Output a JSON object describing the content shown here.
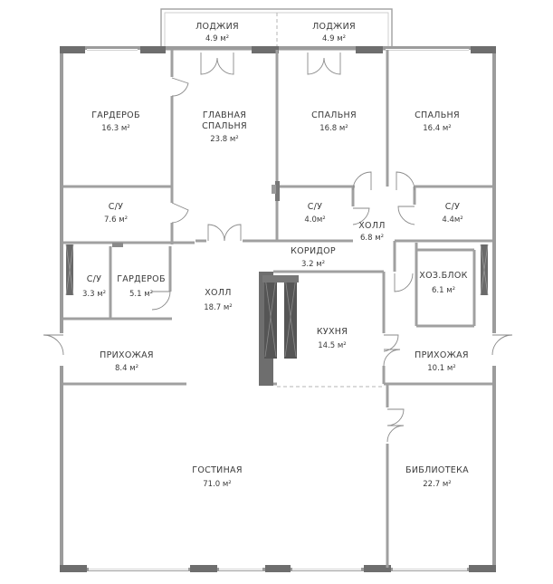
{
  "rooms": [
    {
      "id": "balcony-left",
      "name": "ЛОДЖИЯ",
      "area": "4.9 м²"
    },
    {
      "id": "balcony-right",
      "name": "ЛОДЖИЯ",
      "area": "4.9 м²"
    },
    {
      "id": "wardrobe-top",
      "name": "ГАРДЕРОБ",
      "area": "16.3 м²"
    },
    {
      "id": "master-bedroom",
      "name": "ГЛАВНАЯ",
      "name2": "СПАЛЬНЯ",
      "area": "23.8 м²"
    },
    {
      "id": "bedroom-mid",
      "name": "СПАЛЬНЯ",
      "area": "16.8 м²"
    },
    {
      "id": "bedroom-right",
      "name": "СПАЛЬНЯ",
      "area": "16.4 м²"
    },
    {
      "id": "bathroom-left",
      "name": "С/У",
      "area": "7.6 м²"
    },
    {
      "id": "bathroom-mid",
      "name": "С/У",
      "area": "4.0м²"
    },
    {
      "id": "hall-right",
      "name": "ХОЛЛ",
      "area": "6.8 м²"
    },
    {
      "id": "bathroom-right",
      "name": "С/У",
      "area": "4.4м²"
    },
    {
      "id": "corridor",
      "name": "КОРИДОР",
      "area": "3.2 м²"
    },
    {
      "id": "bathroom-small",
      "name": "С/У",
      "area": "3.3 м²"
    },
    {
      "id": "wardrobe-small",
      "name": "ГАРДЕРОБ",
      "area": "5.1 м²"
    },
    {
      "id": "hall-main",
      "name": "ХОЛЛ",
      "area": "18.7 м²"
    },
    {
      "id": "utility",
      "name": "ХОЗ.БЛОК",
      "area": "6.1 м²"
    },
    {
      "id": "kitchen",
      "name": "КУХНЯ",
      "area": "14.5 м²"
    },
    {
      "id": "entrance-left",
      "name": "ПРИХОЖАЯ",
      "area": "8.4 м²"
    },
    {
      "id": "entrance-right",
      "name": "ПРИХОЖАЯ",
      "area": "10.1 м²"
    },
    {
      "id": "living-room",
      "name": "ГОСТИНАЯ",
      "area": "71.0 м²"
    },
    {
      "id": "library",
      "name": "БИБЛИОТЕКА",
      "area": "22.7 м²"
    }
  ]
}
